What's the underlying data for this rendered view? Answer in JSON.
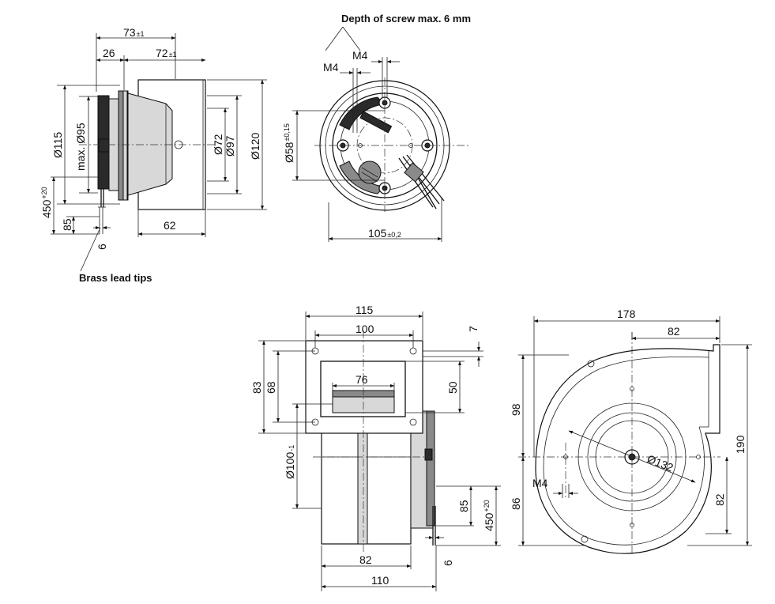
{
  "notes": {
    "depth_of_screw": "Depth of screw max. 6 mm",
    "brass_lead_tips": "Brass lead tips"
  },
  "side_view": {
    "d73": "73",
    "d73_tol": "±1",
    "d26": "26",
    "d72": "72",
    "d72_tol": "±1",
    "d115": "Ø115",
    "d95": "max. Ø95",
    "d450": "450",
    "d450_tol": "+20",
    "d85": "85",
    "d6": "6",
    "d62": "62",
    "d72dia": "Ø72",
    "d97": "Ø97",
    "d120": "Ø120"
  },
  "rear_view": {
    "m4_a": "M4",
    "m4_b": "M4",
    "d58": "Ø58",
    "d58_tol": "±0,15",
    "d105": "105",
    "d105_tol": "±0,2"
  },
  "front_view": {
    "d115": "115",
    "d100": "100",
    "d7": "7",
    "d83": "83",
    "d68": "68",
    "d76": "76",
    "d50": "50",
    "d100dia": "Ø100",
    "d100dia_tol": "-1",
    "d85": "85",
    "d450": "450",
    "d450_tol": "+20",
    "d6": "6",
    "d82": "82",
    "d110": "110"
  },
  "housing_view": {
    "d178": "178",
    "d82_top": "82",
    "d98": "98",
    "d132": "Ø132",
    "d190": "190",
    "m4": "M4",
    "d86": "86",
    "d82_right": "82"
  }
}
